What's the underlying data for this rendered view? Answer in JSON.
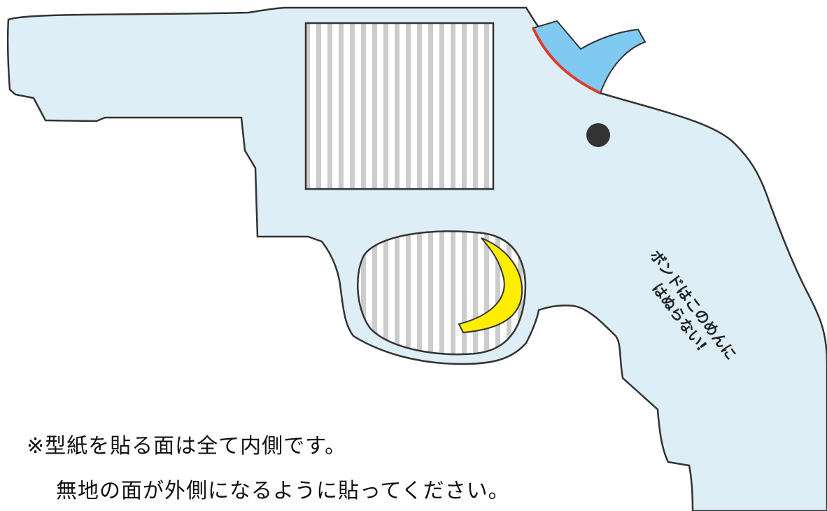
{
  "template": {
    "grip_label_line1": "ボンドはこのめんに",
    "grip_label_line2": "はぬらない!",
    "colors": {
      "body_fill": "#ddeef6",
      "outline": "#333333",
      "hammer": "#7fcaf0",
      "hammer_edge": "#e23a2a",
      "trigger": "#ffee00",
      "stripe": "#cccccc",
      "pin": "#333333"
    },
    "parts": [
      "cylinder-window",
      "trigger-guard",
      "trigger",
      "hammer",
      "pin"
    ]
  },
  "notes": {
    "line1": "※型紙を貼る面は全て内側です。",
    "line2": "無地の面が外側になるように貼ってください。"
  }
}
